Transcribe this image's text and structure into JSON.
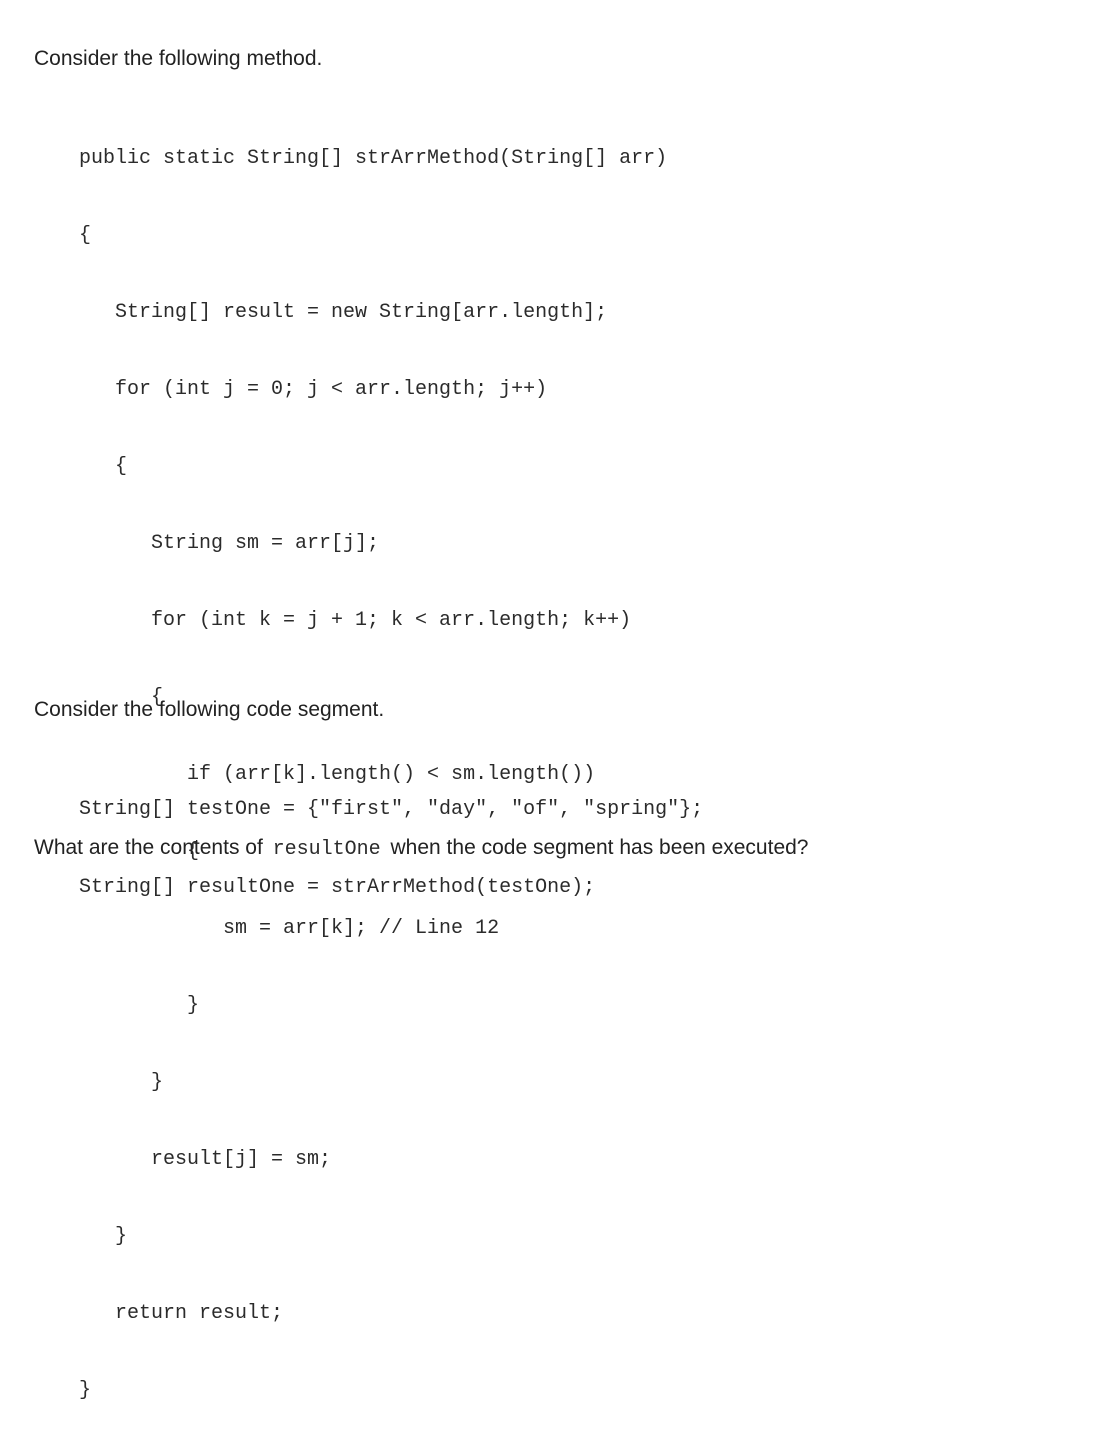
{
  "intro_text": "Consider the following method.",
  "method_code": [
    "public static String[] strArrMethod(String[] arr)",
    "{",
    "   String[] result = new String[arr.length];",
    "   for (int j = 0; j < arr.length; j++)",
    "   {",
    "      String sm = arr[j];",
    "      for (int k = j + 1; k < arr.length; k++)",
    "      {",
    "         if (arr[k].length() < sm.length())",
    "         {",
    "            sm = arr[k]; // Line 12",
    "         }",
    "      }",
    "      result[j] = sm;",
    "   }",
    "   return result;",
    "}"
  ],
  "segment_intro_text": "Consider the following code segment.",
  "segment_code": [
    "String[] testOne = {\"first\", \"day\", \"of\", \"spring\"};",
    "String[] resultOne = strArrMethod(testOne);"
  ],
  "question": {
    "before": "What are the contents of",
    "code": "resultOne",
    "after": "when the code segment has been executed?"
  }
}
